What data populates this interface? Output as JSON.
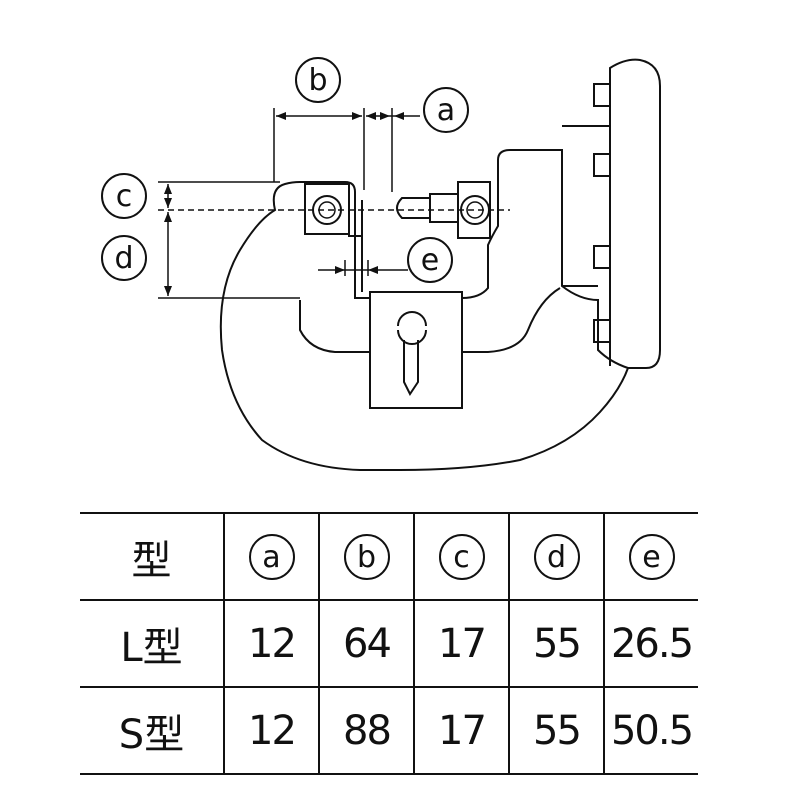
{
  "diagram": {
    "labels": {
      "a": "a",
      "b": "b",
      "c": "c",
      "d": "d",
      "e": "e"
    }
  },
  "table": {
    "type_header": "型",
    "columns": [
      "a",
      "b",
      "c",
      "d",
      "e"
    ],
    "rows": [
      {
        "type": "L型",
        "values": [
          "12",
          "64",
          "17",
          "55",
          "26.5"
        ]
      },
      {
        "type": "S型",
        "values": [
          "12",
          "88",
          "17",
          "55",
          "50.5"
        ]
      }
    ]
  }
}
